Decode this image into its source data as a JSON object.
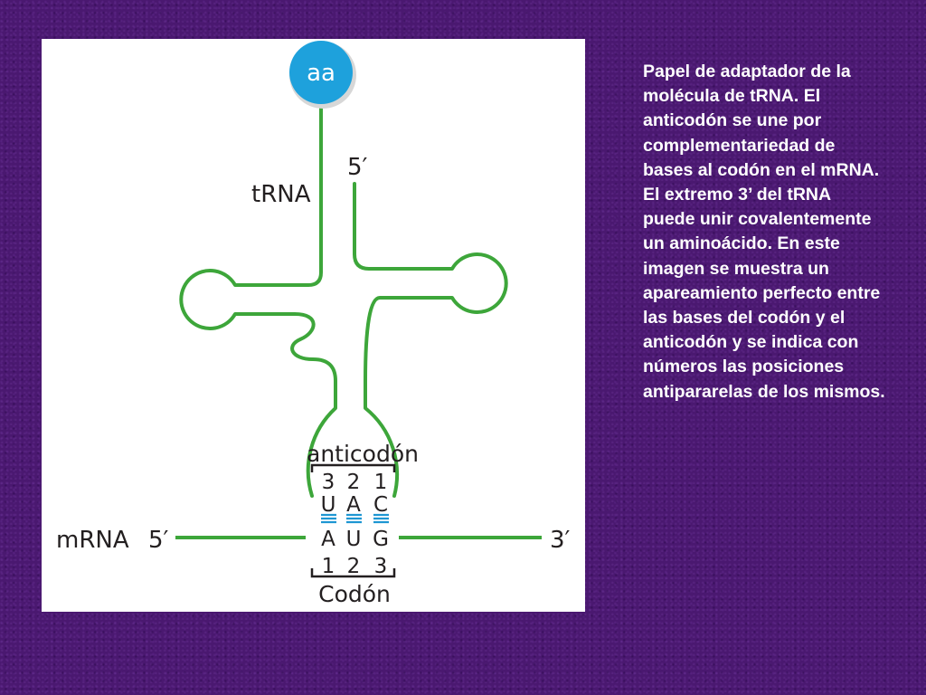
{
  "diagram": {
    "amino_acid_label": "aa",
    "trna_label": "tRNA",
    "trna_five_prime": "5′",
    "anticodon_label": "anticodón",
    "anticodon_positions": [
      "3",
      "2",
      "1"
    ],
    "anticodon_bases": [
      "U",
      "A",
      "C"
    ],
    "codon_bases": [
      "A",
      "U",
      "G"
    ],
    "codon_positions": [
      "1",
      "2",
      "3"
    ],
    "codon_label": "Codón",
    "mrna_label": "mRNA",
    "mrna_five_prime": "5′",
    "mrna_three_prime": "3′",
    "colors": {
      "strand": "#3da63a",
      "aa_circle": "#1ea1dc",
      "pairing": "#1e96d2",
      "text": "#231f20"
    }
  },
  "caption": {
    "text": "Papel de adaptador de la molécula de tRNA. El anticodón se une por complementariedad de bases al codón en el mRNA. El extremo 3’ del tRNA puede unir covalentemente un aminoácido. En este imagen se muestra un apareamiento perfecto entre las bases del codón y el anticodón y se indica con números las posiciones antipararelas de los mismos."
  }
}
